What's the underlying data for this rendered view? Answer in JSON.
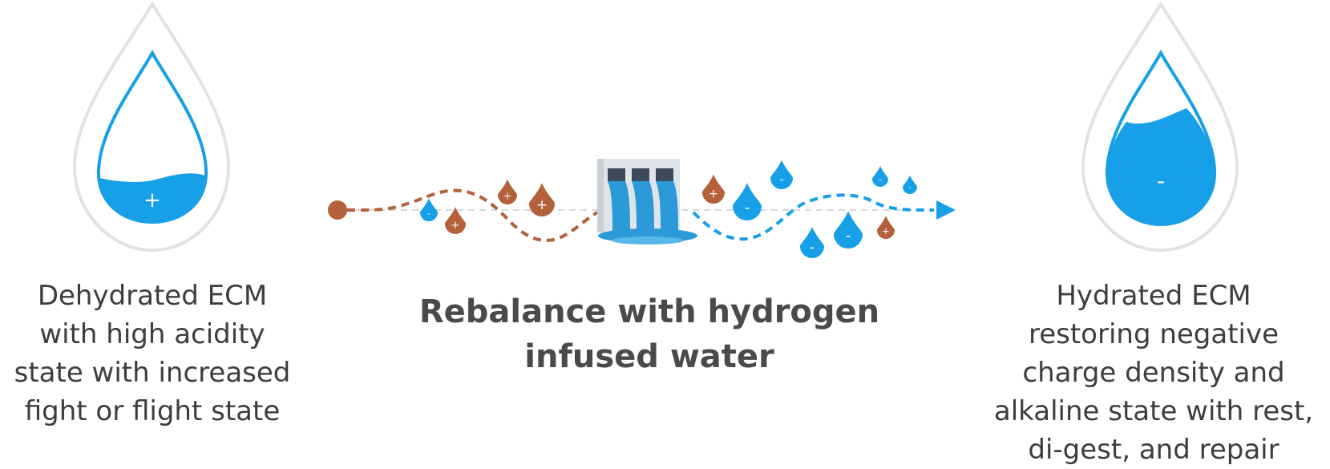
{
  "left": {
    "sign": "+",
    "caption_lines": [
      "Dehydrated ECM",
      "with high acidity",
      "state with increased",
      "fight or flight state"
    ]
  },
  "center": {
    "title_lines": [
      "Rebalance with  hydrogen",
      "infused water"
    ]
  },
  "right": {
    "sign": "-",
    "caption_lines": [
      "Hydrated ECM",
      "restoring negative",
      "charge density and",
      "alkaline state with rest,",
      "di-gest, and repair"
    ]
  },
  "droplets": {
    "positive_sign": "+",
    "negative_sign": "-"
  },
  "colors": {
    "acid": "#b4603a",
    "alkaline": "#17a0e8",
    "outline": "#e2e2e2",
    "text": "#3d3d3d"
  }
}
